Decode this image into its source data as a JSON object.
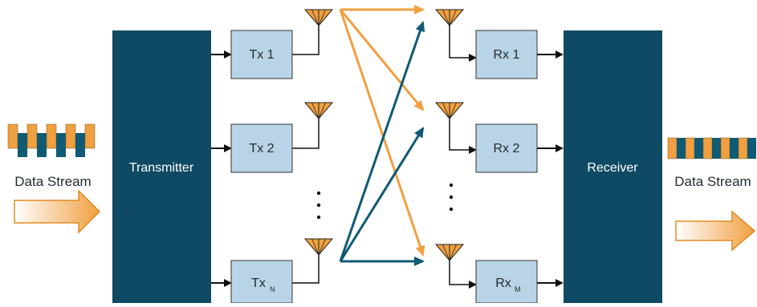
{
  "left": {
    "label": "Data Stream"
  },
  "right": {
    "label": "Data Stream"
  },
  "transmitter": {
    "label": "Transmitter"
  },
  "receiver": {
    "label": "Receiver"
  },
  "tx": [
    {
      "label": "Tx 1"
    },
    {
      "label": "Tx 2"
    },
    {
      "label": "Tx",
      "sub": "N"
    }
  ],
  "rx": [
    {
      "label": "Rx 1"
    },
    {
      "label": "Rx 2"
    },
    {
      "label": "Rx",
      "sub": "M"
    }
  ],
  "colors": {
    "block": "#0f4a64",
    "small_box": "#b8d4e6",
    "orange": "#f0a040",
    "teal": "#0f5a74"
  }
}
